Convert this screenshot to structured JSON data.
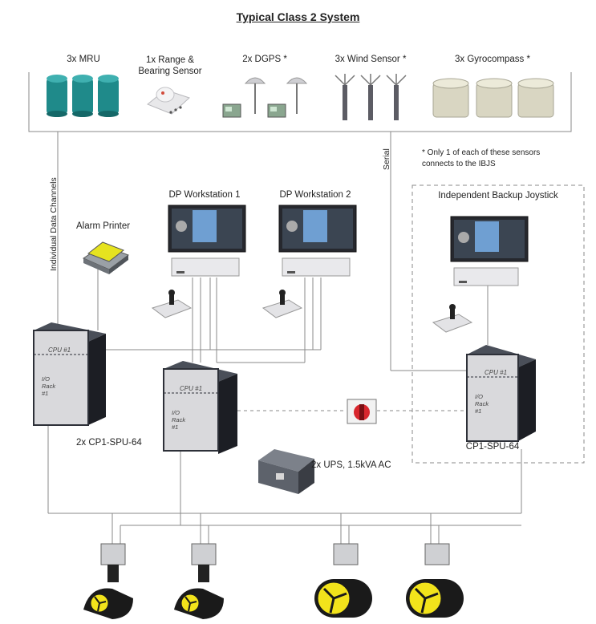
{
  "title": "Typical Class 2 System",
  "sensors": [
    {
      "label": "3x MRU",
      "icon": "mru-sensor-icon"
    },
    {
      "label": "1x Range &\nBearing Sensor",
      "icon": "range-bearing-sensor-icon"
    },
    {
      "label": "2x DGPS *",
      "icon": "dgps-antenna-icon"
    },
    {
      "label": "3x Wind Sensor *",
      "icon": "wind-sensor-icon"
    },
    {
      "label": "3x Gyrocompass *",
      "icon": "gyrocompass-icon"
    }
  ],
  "note": "* Only 1 of each of these sensors\nconnects to the IBJS",
  "links": {
    "individual": "Individual Data Channels",
    "serial": "Serial"
  },
  "alarm_printer": "Alarm Printer",
  "workstations": [
    "DP Workstation 1",
    "DP Workstation 2"
  ],
  "ibjs": {
    "label": "Independent Backup Joystick",
    "controller": "CP1-SPU-64"
  },
  "controllers": {
    "label": "2x CP1-SPU-64",
    "cabinet_cpu": "CPU #1",
    "cabinet_io": "I/O\nRack\n#1"
  },
  "ups": "2x UPS, 1.5kVA AC",
  "colors": {
    "line": "#8a8a8a",
    "cabinet": "#2d3038",
    "mru": "#1f8a8a",
    "gyro": "#d9d6c2",
    "thruster": "#1a1a1a",
    "propeller": "#f2e31b",
    "switch_red": "#d8262d"
  }
}
